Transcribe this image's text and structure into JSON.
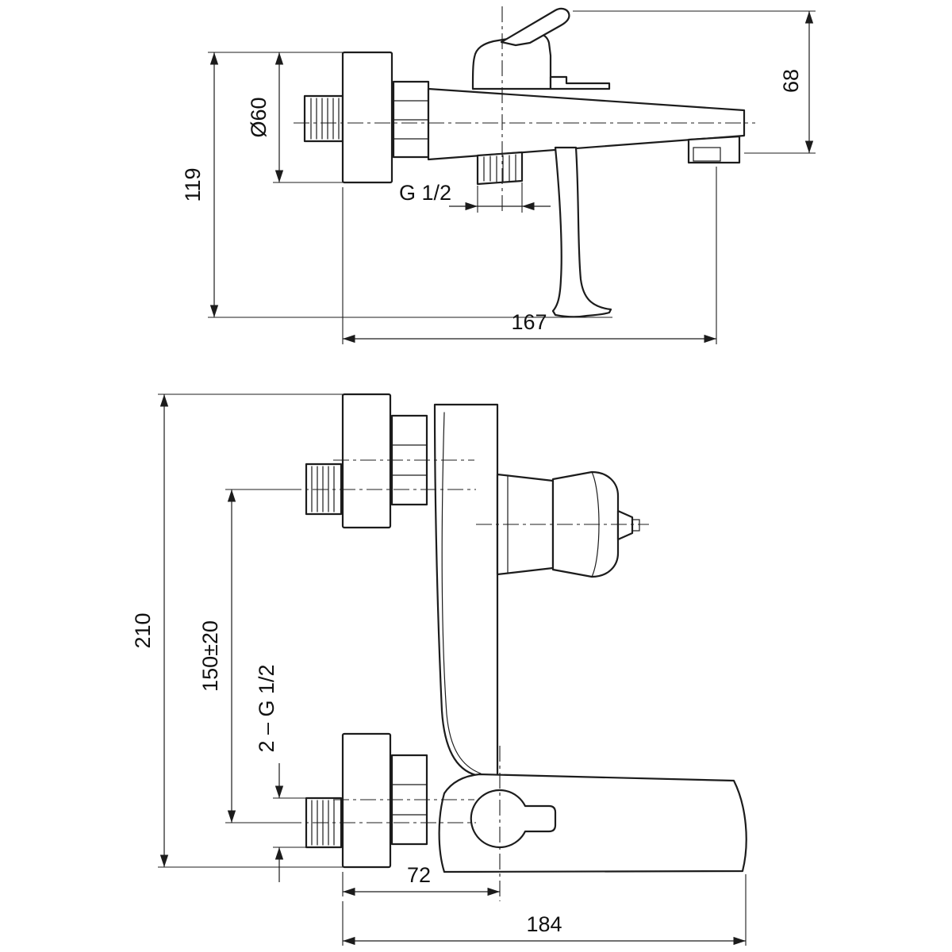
{
  "colors": {
    "line": "#1c1c1c",
    "background": "#ffffff"
  },
  "side_view": {
    "height": "119",
    "flange_diameter": "Ø60",
    "outlet_thread": "G 1/2",
    "reach": "167",
    "handle_height": "68"
  },
  "front_view": {
    "height": "210",
    "inlet_spacing": "150±20",
    "inlet_thread": "2 – G 1/2",
    "outlet_offset": "72",
    "width": "184"
  }
}
